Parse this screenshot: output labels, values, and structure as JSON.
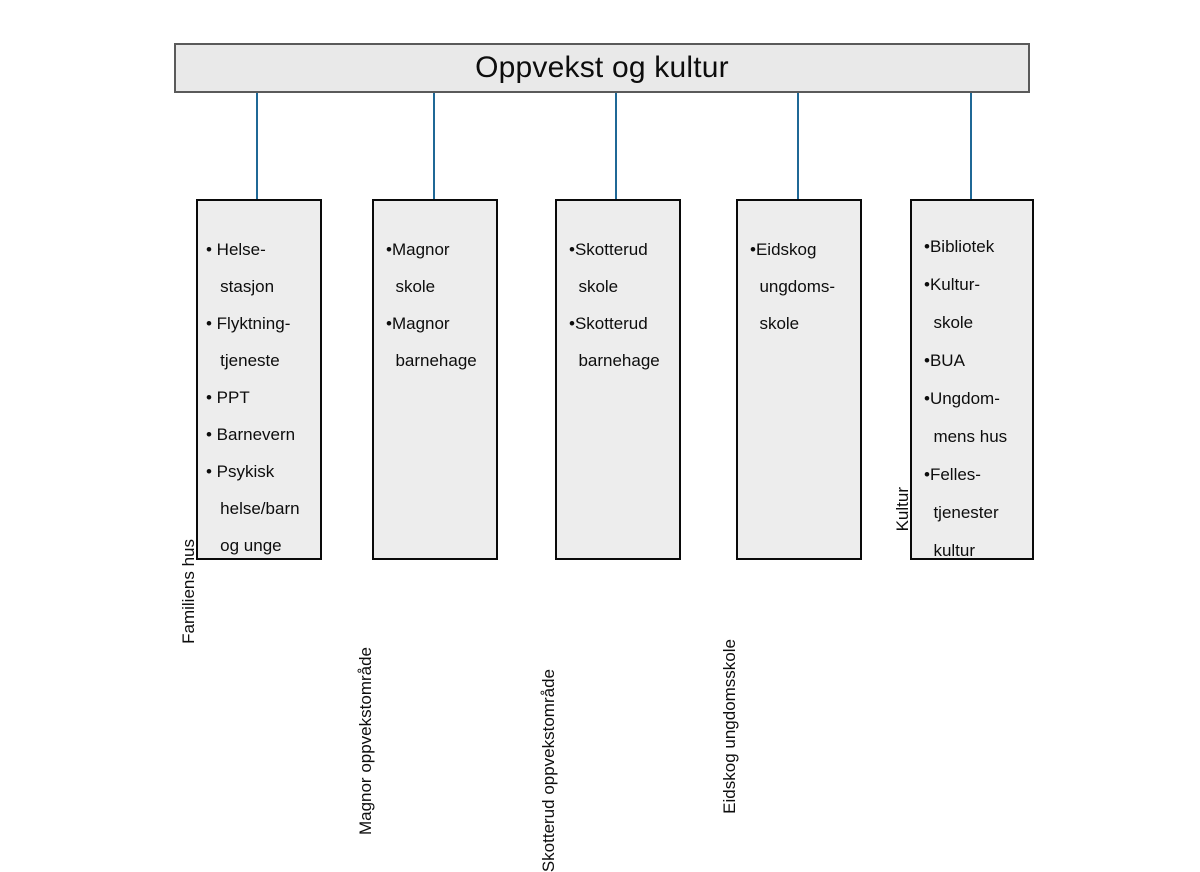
{
  "diagram": {
    "title": "Oppvekst og kultur",
    "colors": {
      "title_fill": "#E9E9E9",
      "title_border": "#5A5A5A",
      "box_fill": "#EDEDED",
      "box_border": "#0A0A0A",
      "connector": "#1F6896",
      "text": "#0D0D0D",
      "background": "#FFFFFF"
    },
    "columns": [
      {
        "label": "Familiens hus",
        "items": [
          "• Helse-",
          "   stasjon",
          "• Flyktning-",
          "   tjeneste",
          "• PPT",
          "• Barnevern",
          "• Psykisk",
          "   helse/barn",
          "   og unge"
        ]
      },
      {
        "label": "Magnor oppvekstområde",
        "items": [
          "•Magnor",
          "  skole",
          "•Magnor",
          "  barnehage"
        ]
      },
      {
        "label": "Skotterud oppvekstområde",
        "items": [
          "•Skotterud",
          "  skole",
          "•Skotterud",
          "  barnehage"
        ]
      },
      {
        "label": "Eidskog ungdomsskole",
        "items": [
          "•Eidskog",
          "  ungdoms-",
          "  skole"
        ]
      },
      {
        "label": "Kultur",
        "items": [
          "•Bibliotek",
          "•Kultur-",
          "  skole",
          "•BUA",
          "•Ungdom-",
          "  mens hus",
          "•Felles-",
          "  tjenester",
          "  kultur"
        ]
      }
    ]
  }
}
